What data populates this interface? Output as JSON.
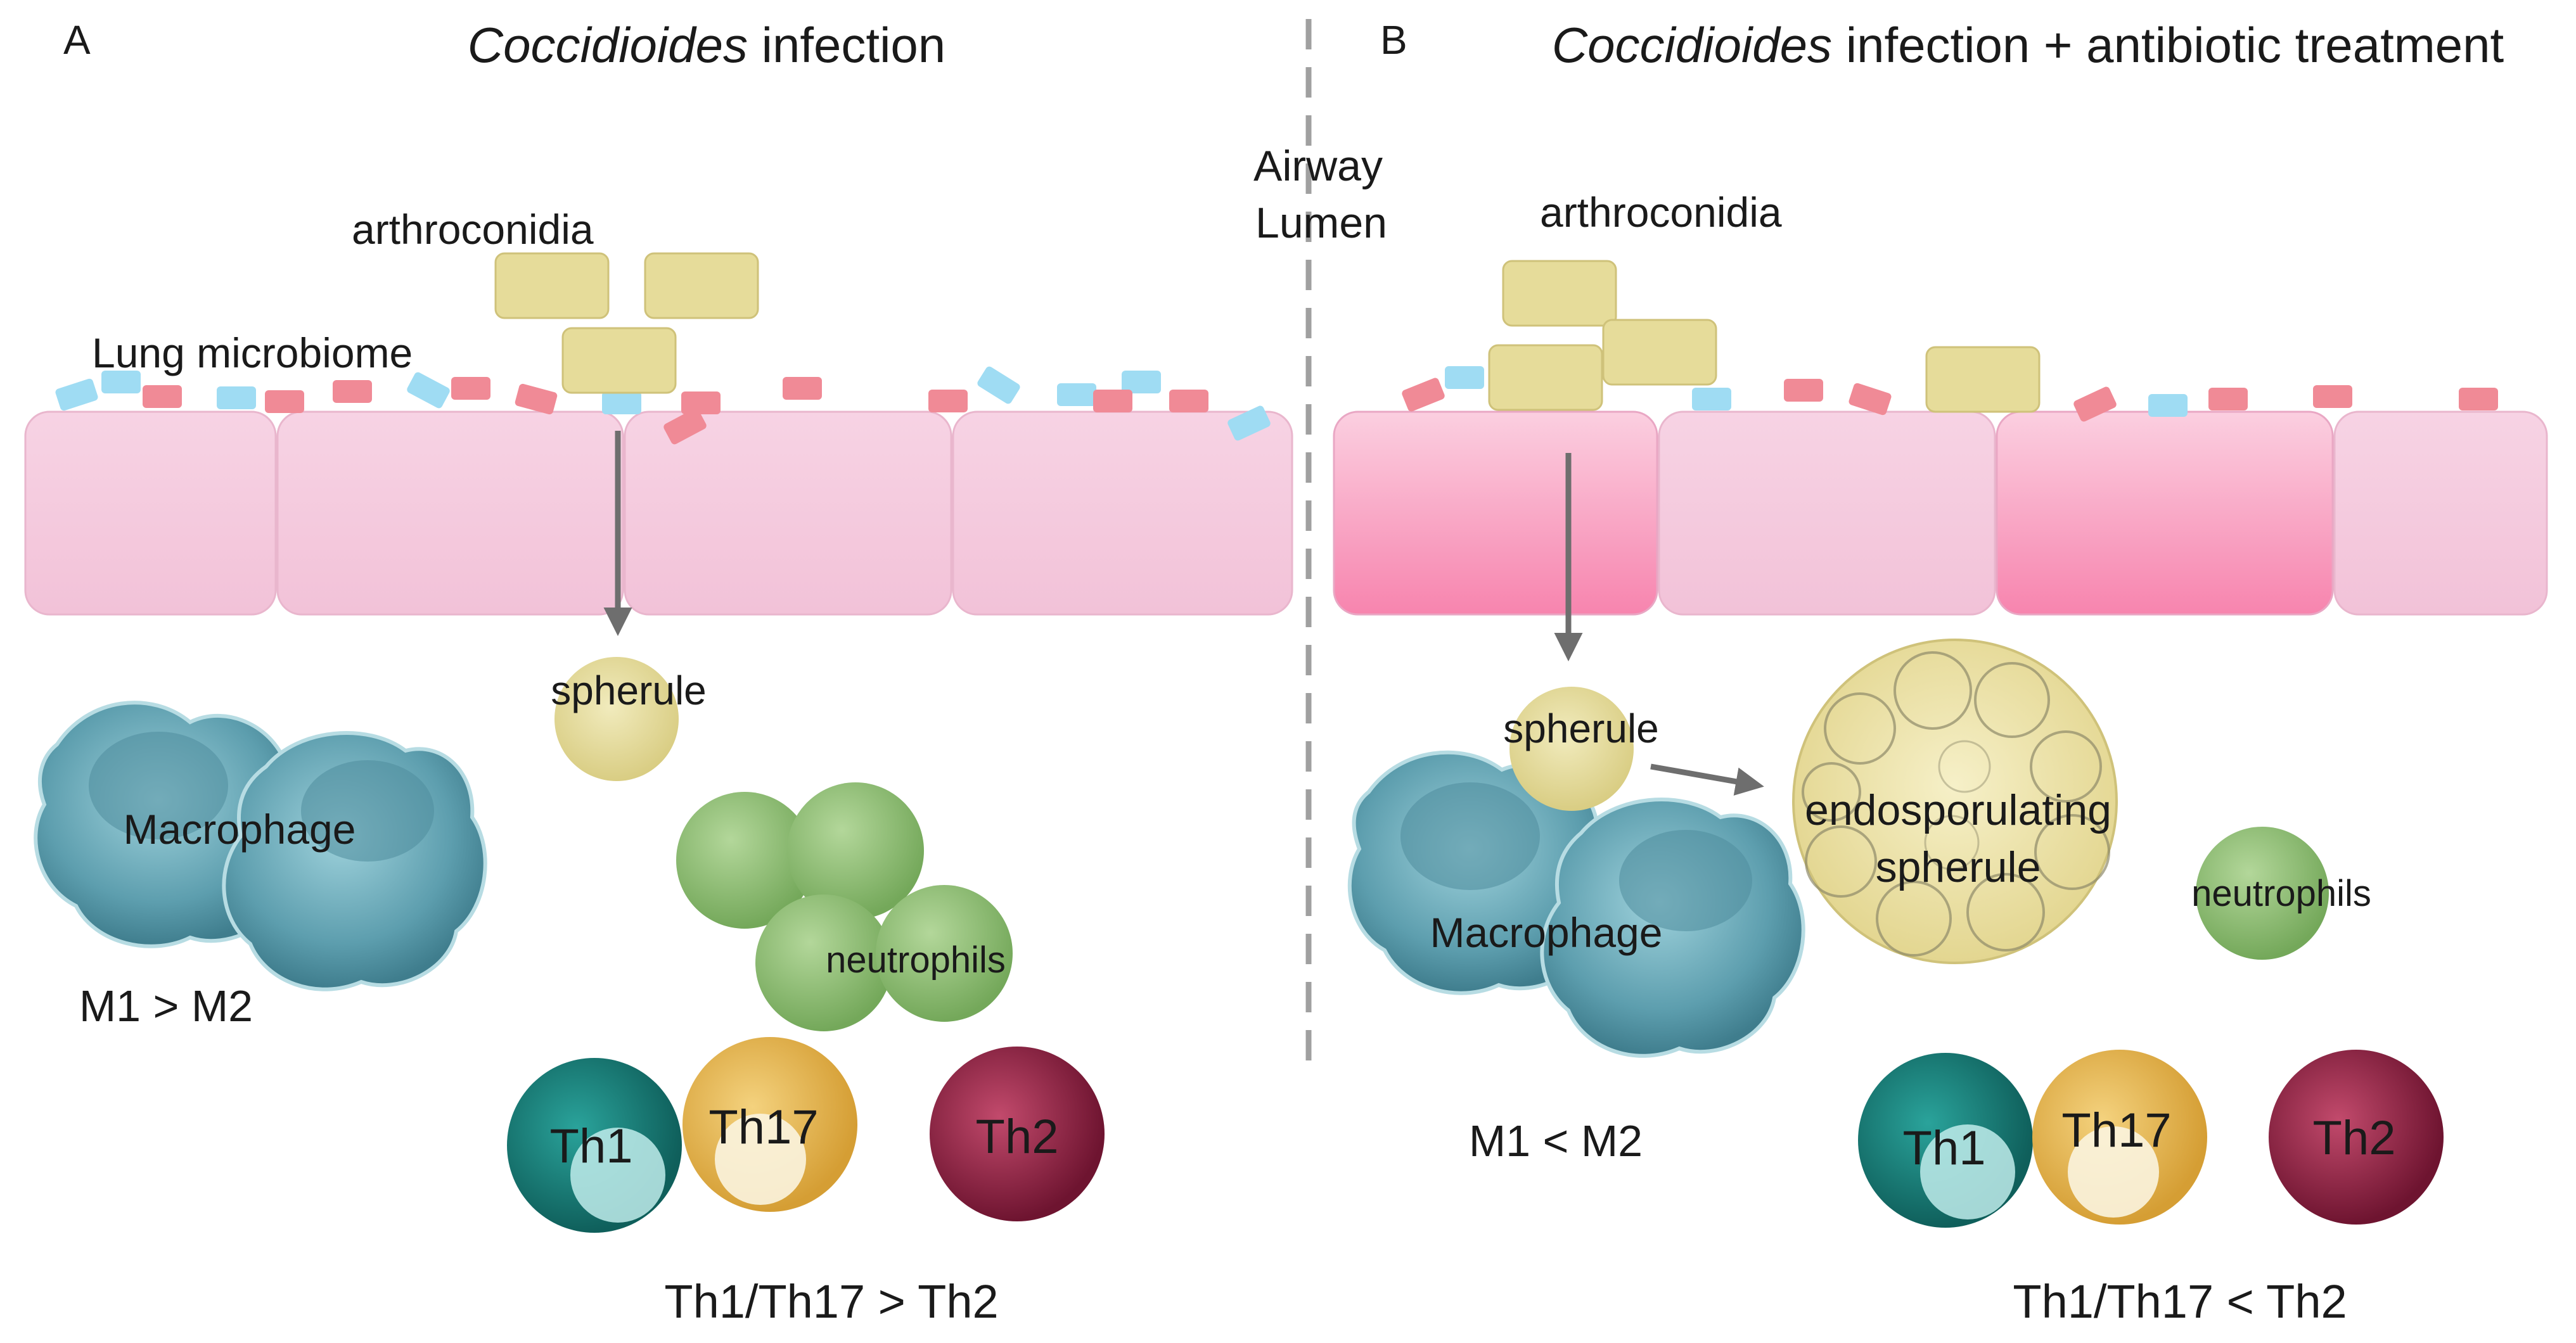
{
  "panel_a": {
    "letter": "A",
    "title_italic": "Coccidioides",
    "title_rest": " infection",
    "arthroconidia": "arthroconidia",
    "lung_microbiome": "Lung microbiome",
    "spherule": "spherule",
    "macrophage": "Macrophage",
    "neutrophils": "neutrophils",
    "m_ratio": "M1 > M2",
    "th1": "Th1",
    "th17": "Th17",
    "th2": "Th2",
    "th_ratio": "Th1/Th17 > Th2"
  },
  "divider": {
    "airway_line1": "Airway",
    "airway_line2": "Lumen"
  },
  "panel_b": {
    "letter": "B",
    "title_italic": "Coccidioides",
    "title_rest": " infection + antibiotic treatment",
    "arthroconidia": "arthroconidia",
    "spherule": "spherule",
    "endo_line1": "endosporulating",
    "endo_line2": "spherule",
    "macrophage": "Macrophage",
    "neutrophils": "neutrophils",
    "m_ratio": "M1 < M2",
    "th1": "Th1",
    "th17": "Th17",
    "th2": "Th2",
    "th_ratio": "Th1/Th17 < Th2"
  },
  "colors": {
    "epithelium_light": "#f7d6e6",
    "epithelium_dark": "#f78fb6",
    "arthroconidia": "#e6dc9a",
    "spherule": "#e6dc9a",
    "microbe_blue": "#9fdcf3",
    "microbe_red": "#f08a96",
    "macrophage": "#6fb4c2",
    "neutrophil": "#8fbf73",
    "th1": "#1e8a84",
    "th17": "#e6b650",
    "th2": "#9e2a4a",
    "arrow": "#6e6e6e",
    "divider": "#a0a0a0"
  }
}
